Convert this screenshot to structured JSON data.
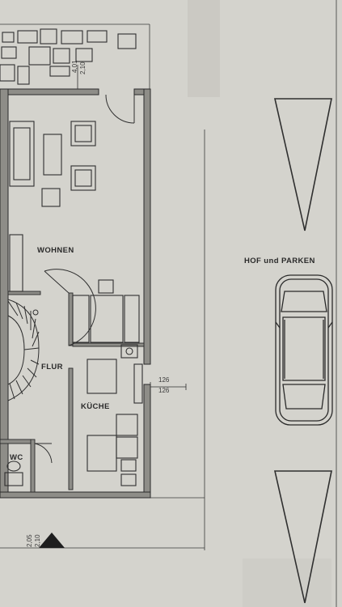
{
  "colors": {
    "paper": "#d4d3cd",
    "ink": "#2f2f2f",
    "wall_fill": "#8e8d88",
    "stone": "#bdbbb4"
  },
  "rooms": {
    "wohnen": "WOHNEN",
    "flur": "FLUR",
    "kueche": "KÜCHE",
    "wc": "WC"
  },
  "yard": {
    "label": "HOF und PARKEN"
  },
  "dimensions": {
    "top_a": "4,01",
    "top_b": "2,10",
    "side_a": "126",
    "side_b": "126",
    "bottom_a": "2,05",
    "bottom_b": "2,10"
  },
  "icons": {
    "car": "car-icon",
    "arrow_up": "triangle-up-icon",
    "arrow_down": "triangle-down-icon"
  }
}
